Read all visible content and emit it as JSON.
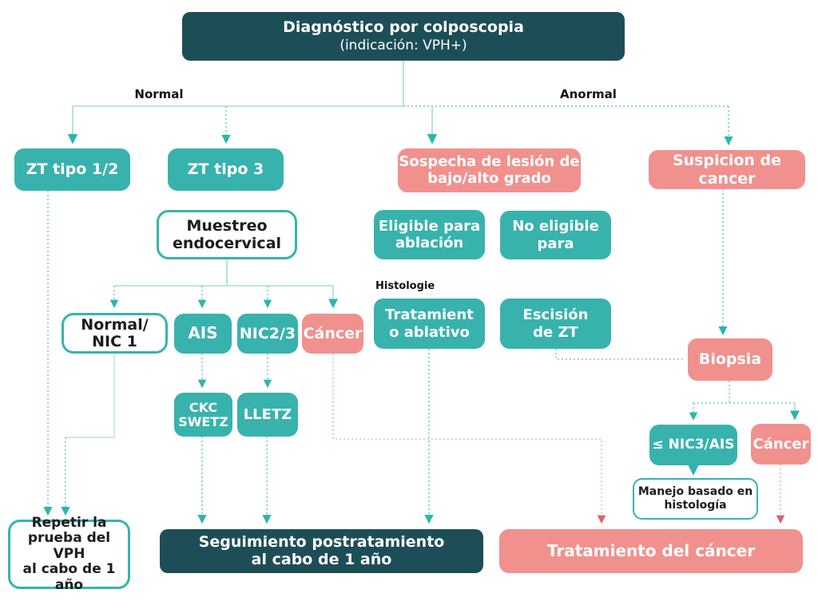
{
  "diagram": {
    "type": "flowchart",
    "language": "Spanish",
    "palette": {
      "dark_teal": "#1d4e58",
      "teal": "#38b2ad",
      "pink": "#f0918e",
      "line_teal_solid": "#a5dbd8",
      "line_teal_dotted": "#5fc4bf",
      "line_pink_dotted": "#eaa7a3",
      "arrow_teal": "#2cb5af",
      "arrow_pink": "#dc5f68",
      "text_dark": "#1c1c1c",
      "text_light": "#ffffff"
    },
    "header": {
      "title": "Diagnóstico por colposcopia",
      "subtitle": "(indicación: VPH+)"
    },
    "branch_labels": {
      "left": "Normal",
      "right": "Anormal"
    },
    "section_labels": {
      "histology": "Histologie"
    },
    "nodes": {
      "zt12": "ZT tipo 1/2",
      "zt3": "ZT tipo 3",
      "sospecha": "Sospecha de lesión de\nbajo/alto grado",
      "suspicion": "Suspicion de cancer",
      "muestreo": "Muestreo\nendocervical",
      "eligible": "Eligible para\nablación",
      "no_eligible": "No eligible\npara",
      "normal_nic1": "Normal/\nNIC 1",
      "ais": "AIS",
      "nic23": "NIC2/3",
      "cancer_mid": "Cáncer",
      "trat_ablativo": "Tratamient\no ablativo",
      "escision": "Escisión\nde ZT",
      "biopsia": "Biopsia",
      "ckc": "CKC\nSWETZ",
      "lletz": "LLETZ",
      "nic3_ais": "≤ NIC3/AIS",
      "cancer_right": "Cáncer",
      "manejo": "Manejo basado en\nhistología",
      "repetir": "Repetir la\nprueba del VPH\nal cabo de 1 año",
      "seguimiento": "Seguimiento postratamiento\nal cabo de 1 año",
      "trat_cancer": "Tratamiento del cáncer"
    }
  }
}
